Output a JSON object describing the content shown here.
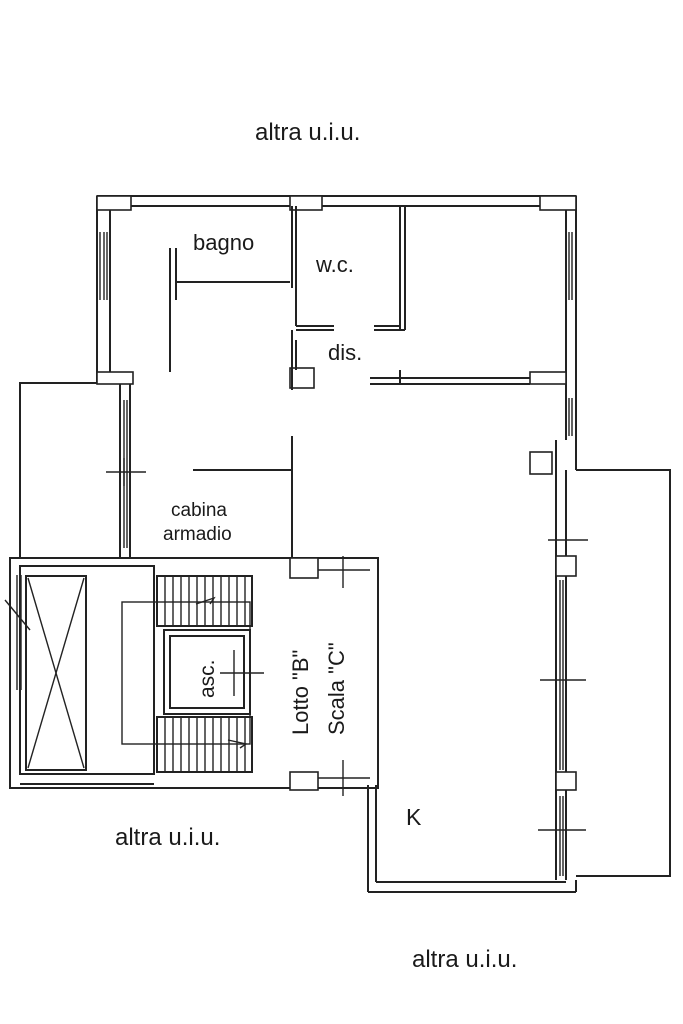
{
  "labels": {
    "neighbor_top": "altra u.i.u.",
    "neighbor_left_bottom": "altra u.i.u.",
    "neighbor_right_bottom": "altra u.i.u.",
    "bathroom": "bagno",
    "wc": "w.c.",
    "hallway": "dis.",
    "walk_in_closet_line1": "cabina",
    "walk_in_closet_line2": "armadio",
    "elevator": "asc.",
    "lot": "Lotto \"B\"",
    "stair": "Scala \"C\"",
    "kitchen": "K"
  },
  "colors": {
    "line": "#222222",
    "background": "#ffffff"
  }
}
